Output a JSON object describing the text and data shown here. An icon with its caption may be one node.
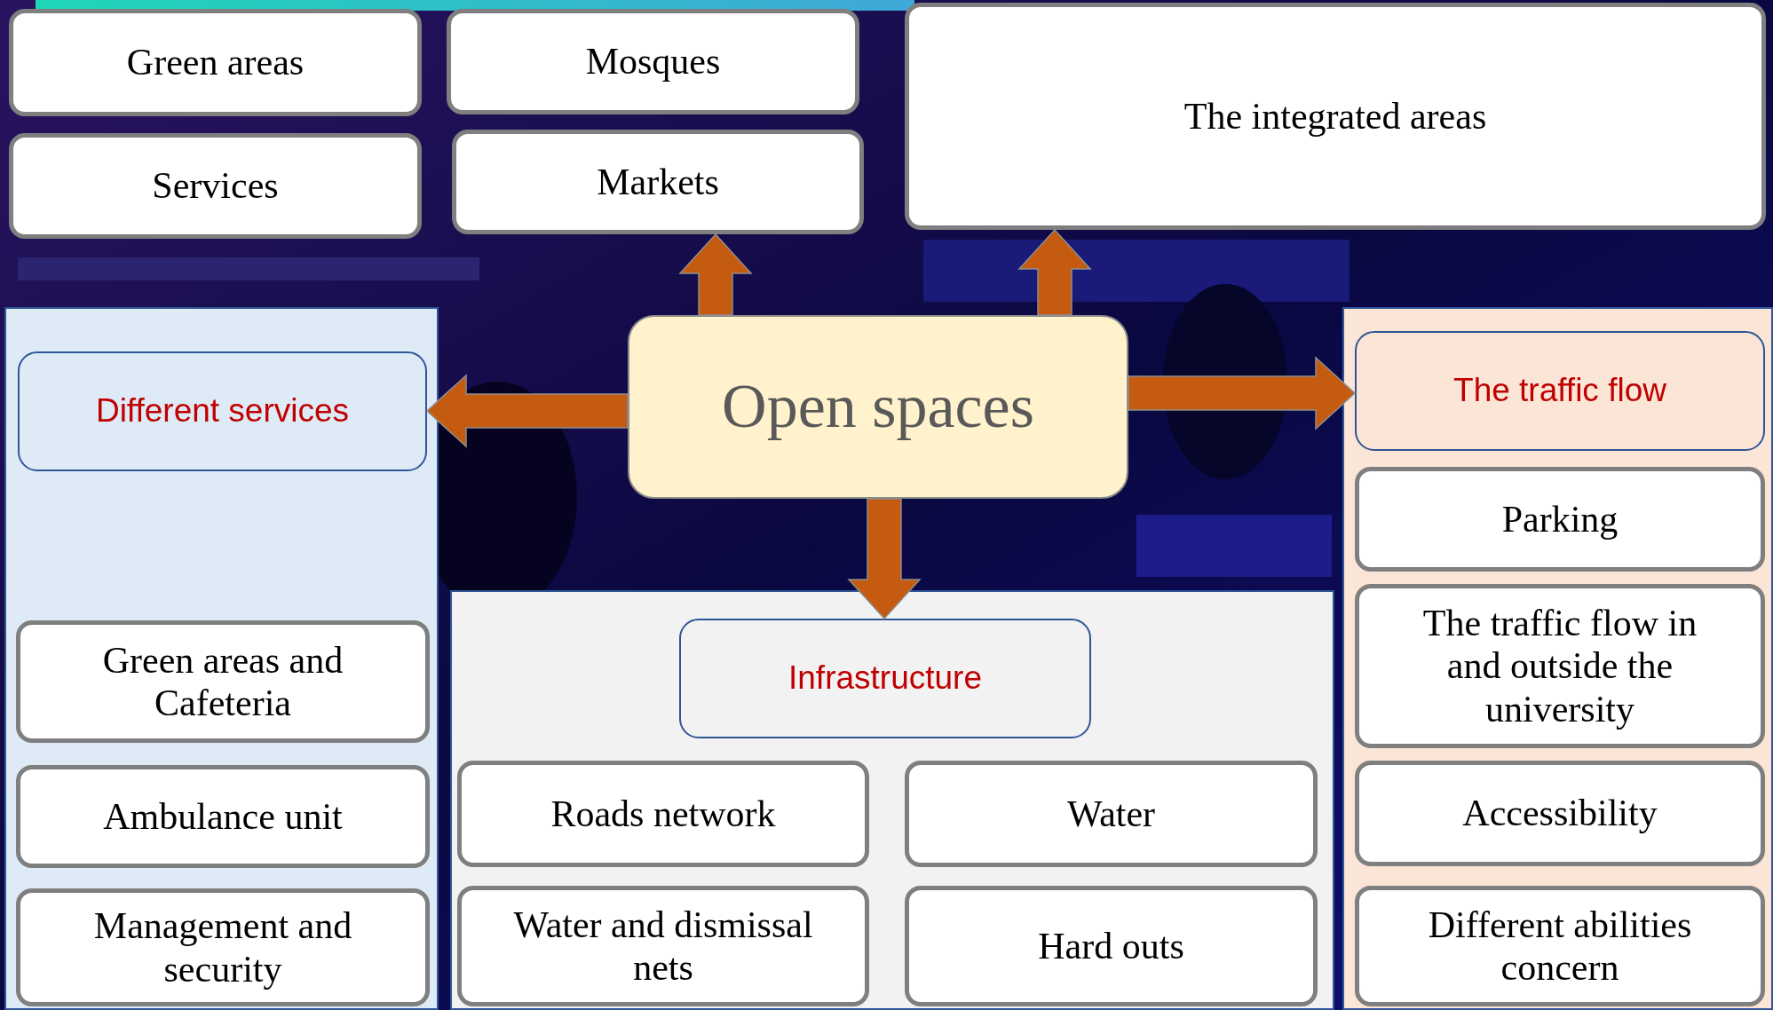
{
  "diagram": {
    "nodes": [
      {
        "text": [
          "Green areas"
        ]
      },
      {
        "text": [
          "Mosques"
        ]
      },
      {
        "text": [
          "The integrated areas"
        ]
      },
      {
        "text": [
          "Services"
        ]
      },
      {
        "text": [
          "Markets"
        ]
      },
      {
        "text": [],
        "shape": "box"
      },
      {
        "text": [
          "Different services"
        ],
        "in": 5
      },
      {
        "text": [
          "Open spaces"
        ]
      },
      {
        "text": [],
        "shape": "box"
      },
      {
        "text": [
          "The traffic flow"
        ],
        "in": 8
      },
      {
        "text": [
          "Parking"
        ],
        "in": 8
      },
      {
        "text": [],
        "shape": "box"
      },
      {
        "text": [
          "Infrastructure"
        ],
        "in": 11
      },
      {
        "text": [
          "Green areas and Cafeteria"
        ],
        "in": 5
      },
      {
        "text": [
          "The traffic flow in and outside the university"
        ],
        "in": 8
      },
      {
        "text": [
          "Roads network"
        ],
        "in": 11
      },
      {
        "text": [
          "Water"
        ],
        "in": 11
      },
      {
        "text": [
          "Ambulance unit"
        ],
        "in": 5
      },
      {
        "text": [
          "Accessibility"
        ],
        "in": 8
      },
      {
        "text": [
          "Water and dismissal nets"
        ],
        "in": 11
      },
      {
        "text": [
          "Hard outs"
        ],
        "in": 11
      },
      {
        "text": [
          "Management and security"
        ],
        "in": 5
      },
      {
        "text": [
          "Different abilities concern"
        ],
        "in": 8
      }
    ],
    "edges": [
      {
        "from": 7,
        "to": 4,
        "arrow": "to"
      },
      {
        "from": 7,
        "to": 2,
        "arrow": "to"
      },
      {
        "from": 7,
        "to": 6,
        "arrow": "to"
      },
      {
        "from": 7,
        "to": 9,
        "arrow": "to"
      },
      {
        "from": 7,
        "to": 12,
        "arrow": "to"
      }
    ]
  }
}
